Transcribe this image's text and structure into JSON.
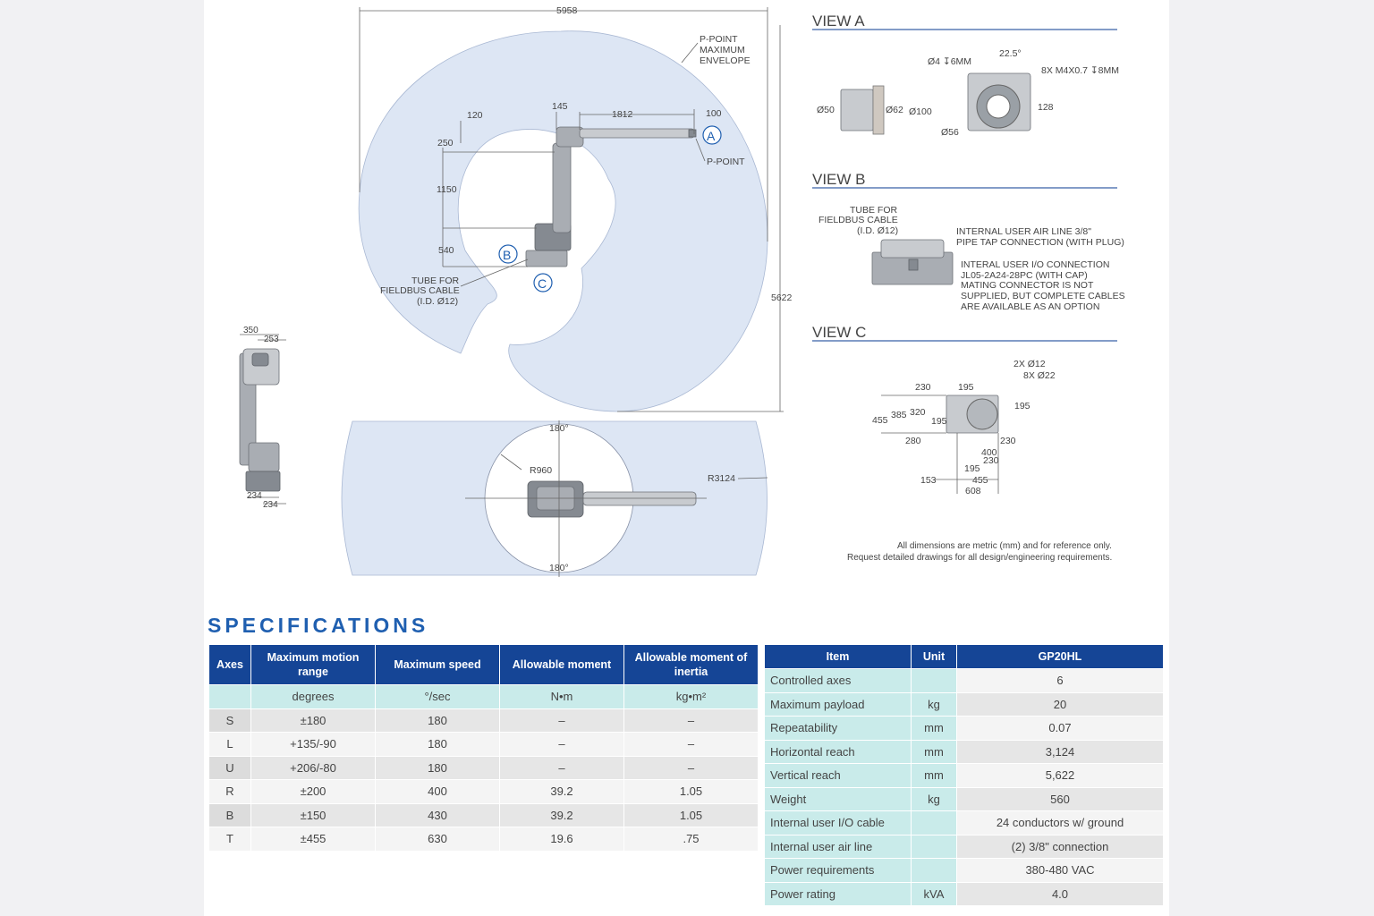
{
  "drawing": {
    "dims": {
      "width_top": "5958",
      "height_right": "5622",
      "d120": "120",
      "d145": "145",
      "d1812": "1812",
      "d100": "100",
      "d250": "250",
      "d1150": "1150",
      "d540": "540",
      "side_350": "350",
      "side_253": "253",
      "side_234a": "234",
      "side_234b": "234",
      "r960": "R960",
      "r3124": "R3124",
      "deg_top": "180°",
      "deg_bottom": "180°"
    },
    "callouts": {
      "p_point_max_line1": "P-POINT",
      "p_point_max_line2": "MAXIMUM",
      "p_point_max_line3": "ENVELOPE",
      "p_point": "P-POINT",
      "tube_line1": "TUBE FOR",
      "tube_line2": "FIELDBUS CABLE",
      "tube_line3": "(I.D. Ø12)",
      "circle_a": "A",
      "circle_b": "B",
      "circle_c": "C"
    },
    "view_a": {
      "title": "VIEW A",
      "d4": "Ø4 ↧6MM",
      "ang": "22.5°",
      "m4": "8X M4X0.7 ↧8MM",
      "d50": "Ø50",
      "d62": "Ø62",
      "d100": "Ø100",
      "d56": "Ø56",
      "d128": "128"
    },
    "view_b": {
      "title": "VIEW B",
      "tube_line1": "TUBE FOR",
      "tube_line2": "FIELDBUS CABLE",
      "tube_line3": "(I.D. Ø12)",
      "air_line1": "INTERNAL USER AIR LINE 3/8\"",
      "air_line2": "PIPE TAP CONNECTION (WITH PLUG)",
      "io_line1": "INTERAL USER I/O CONNECTION",
      "io_line2": "JL05-2A24-28PC (WITH CAP)",
      "io_line3": "MATING CONNECTOR IS NOT",
      "io_line4": "SUPPLIED, BUT COMPLETE CABLES",
      "io_line5": "ARE AVAILABLE AS AN OPTION"
    },
    "view_c": {
      "title": "VIEW C",
      "d2x12": "2X Ø12",
      "d8x22": "8X Ø22",
      "d230a": "230",
      "d195a": "195",
      "d195b": "195",
      "d455": "455",
      "d385": "385",
      "d320": "320",
      "d195c": "195",
      "d280": "280",
      "d230b": "230",
      "d400": "400",
      "d230c": "230",
      "d195d": "195",
      "d153": "153",
      "d455b": "455",
      "d608": "608"
    },
    "note_line1": "All dimensions are metric (mm) and for reference only.",
    "note_line2": "Request detailed drawings for all design/engineering requirements."
  },
  "specs": {
    "title": "SPECIFICATIONS",
    "axes_headers": [
      "Axes",
      "Maximum motion range",
      "Maximum speed",
      "Allowable moment",
      "Allowable moment of inertia"
    ],
    "axes_units": [
      "",
      "degrees",
      "°/sec",
      "N•m",
      "kg•m²"
    ],
    "axes_rows": [
      [
        "S",
        "±180",
        "180",
        "–",
        "–"
      ],
      [
        "L",
        "+135/-90",
        "180",
        "–",
        "–"
      ],
      [
        "U",
        "+206/-80",
        "180",
        "–",
        "–"
      ],
      [
        "R",
        "±200",
        "400",
        "39.2",
        "1.05"
      ],
      [
        "B",
        "±150",
        "430",
        "39.2",
        "1.05"
      ],
      [
        "T",
        "±455",
        "630",
        "19.6",
        ".75"
      ]
    ],
    "item_headers": [
      "Item",
      "Unit",
      "GP20HL"
    ],
    "item_rows": [
      [
        "Controlled axes",
        "",
        "6"
      ],
      [
        "Maximum payload",
        "kg",
        "20"
      ],
      [
        "Repeatability",
        "mm",
        "0.07"
      ],
      [
        "Horizontal reach",
        "mm",
        "3,124"
      ],
      [
        "Vertical reach",
        "mm",
        "5,622"
      ],
      [
        "Weight",
        "kg",
        "560"
      ],
      [
        "Internal user I/O cable",
        "",
        "24 conductors w/ ground"
      ],
      [
        "Internal user air line",
        "",
        "(2) 3/8\" connection"
      ],
      [
        "Power requirements",
        "",
        "380-480 VAC"
      ],
      [
        "Power rating",
        "kVA",
        "4.0"
      ]
    ]
  }
}
